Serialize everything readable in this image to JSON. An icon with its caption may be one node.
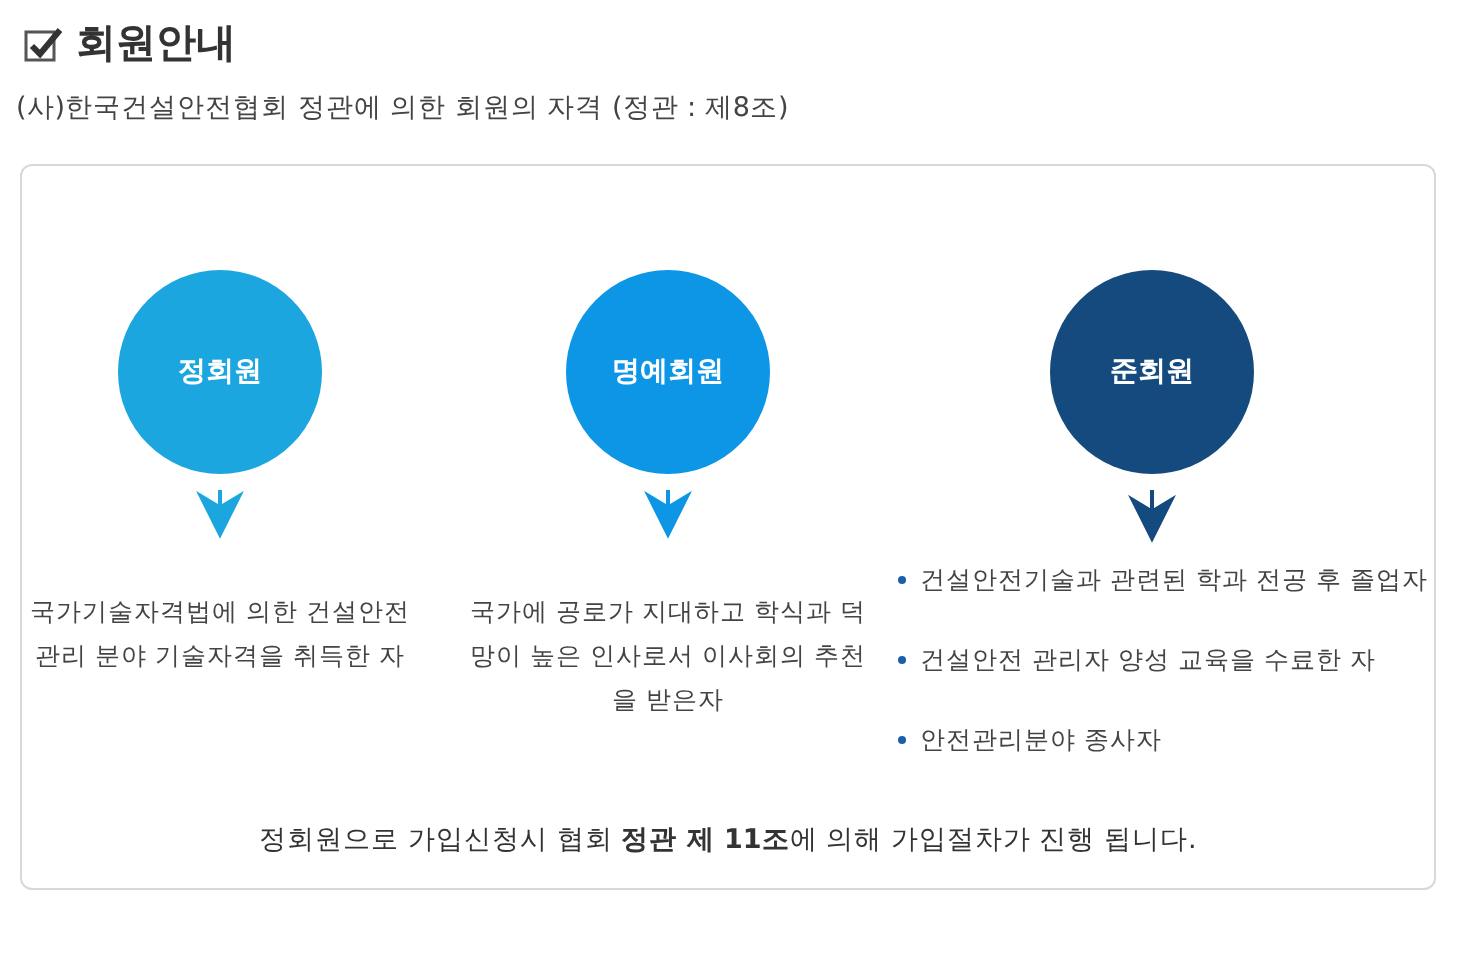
{
  "diagram": {
    "title": "회원안내",
    "nodes": [
      {
        "text": [
          "정회원으로 가입신청시 협회 **정관 제 11조**에 의해 가입절차가 진행 됩니다."
        ]
      },
      {
        "text": [
          "정회원"
        ],
        "in": 0
      },
      {
        "text": [
          "명예회원"
        ],
        "in": 0
      },
      {
        "text": [
          "준회원"
        ],
        "in": 0
      },
      {
        "text": [
          "국가기술자격법에 의한 건설안전관리 분야 기술자격을 취득한 자"
        ],
        "in": 0
      },
      {
        "text": [
          "국가에 공로가 지대하고 학식과 덕망이 높은 인사로서 이사회의 추천을 받은자"
        ],
        "in": 0
      },
      {
        "text": [
          "건설안전기술과 관련된 학과 전공 후 졸업자",
          "건설안전 관리자 양성 교육을 수료한 자",
          "안전관리분야 종사자"
        ],
        "in": 0
      }
    ],
    "edges": [
      {
        "from": 1,
        "to": 4,
        "arrow": "to",
        "color": "#1ba6e0"
      },
      {
        "from": 2,
        "to": 5,
        "arrow": "to",
        "color": "#0d96e6"
      },
      {
        "from": 3,
        "to": 6,
        "arrow": "to",
        "color": "#154a7e"
      }
    ],
    "labels": [
      "(사)한국건설안전협회 정관에 의한 회원의 자격 (정관 : 제8조)"
    ]
  }
}
